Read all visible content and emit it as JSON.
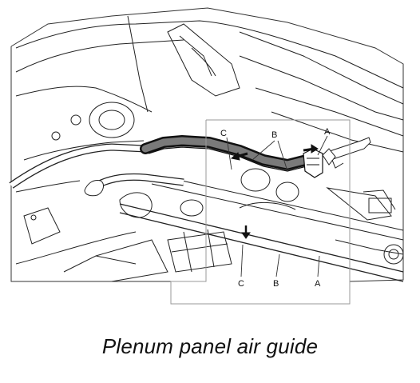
{
  "caption": "Plenum panel air guide",
  "callouts": {
    "top_c": "C",
    "top_b": "B",
    "top_a": "A",
    "bottom_c": "C",
    "bottom_b": "B",
    "bottom_a": "A"
  }
}
